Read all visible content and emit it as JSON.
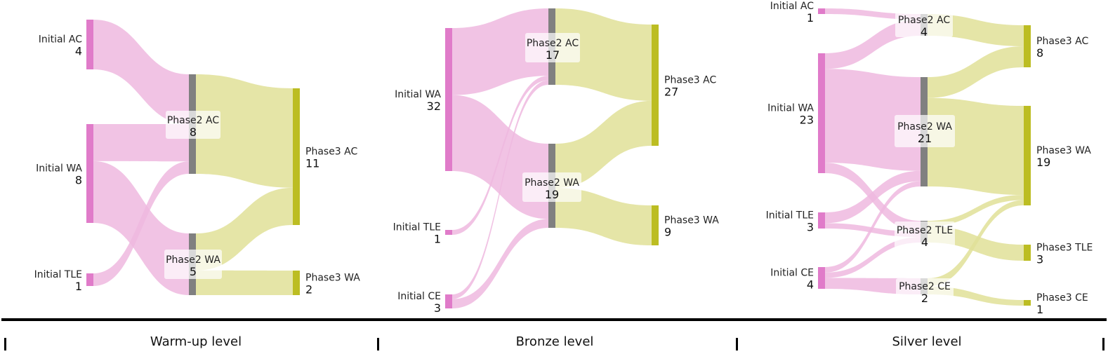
{
  "colors": {
    "initial_node": "#e07bc9",
    "phase2_node": "#808080",
    "phase3_node": "#bcbd22",
    "initial_flow": "#eeb8df",
    "phase2_flow": "#e0e098",
    "label_box": "#ffffff",
    "axis": "#000000"
  },
  "panels": [
    {
      "id": "warmup",
      "title": "Warm-up level",
      "nodes": [
        {
          "id": "i_ac",
          "stage": "initial",
          "label": "Initial AC",
          "value": "4"
        },
        {
          "id": "i_wa",
          "stage": "initial",
          "label": "Initial WA",
          "value": "8"
        },
        {
          "id": "i_tle",
          "stage": "initial",
          "label": "Initial TLE",
          "value": "1"
        },
        {
          "id": "p2_ac",
          "stage": "phase2",
          "label": "Phase2 AC",
          "value": "8"
        },
        {
          "id": "p2_wa",
          "stage": "phase2",
          "label": "Phase2 WA",
          "value": "5"
        },
        {
          "id": "p3_ac",
          "stage": "phase3",
          "label": "Phase3 AC",
          "value": "11"
        },
        {
          "id": "p3_wa",
          "stage": "phase3",
          "label": "Phase3 WA",
          "value": "2"
        }
      ],
      "links": [
        {
          "source": "i_ac",
          "target": "p2_ac",
          "value": 4
        },
        {
          "source": "i_wa",
          "target": "p2_ac",
          "value": 3
        },
        {
          "source": "i_wa",
          "target": "p2_wa",
          "value": 5
        },
        {
          "source": "i_tle",
          "target": "p2_ac",
          "value": 1
        },
        {
          "source": "p2_ac",
          "target": "p3_ac",
          "value": 8
        },
        {
          "source": "p2_wa",
          "target": "p3_ac",
          "value": 3
        },
        {
          "source": "p2_wa",
          "target": "p3_wa",
          "value": 2
        }
      ]
    },
    {
      "id": "bronze",
      "title": "Bronze level",
      "nodes": [
        {
          "id": "i_wa",
          "stage": "initial",
          "label": "Initial WA",
          "value": "32"
        },
        {
          "id": "i_tle",
          "stage": "initial",
          "label": "Initial TLE",
          "value": "1"
        },
        {
          "id": "i_ce",
          "stage": "initial",
          "label": "Initial CE",
          "value": "3"
        },
        {
          "id": "p2_ac",
          "stage": "phase2",
          "label": "Phase2 AC",
          "value": "17"
        },
        {
          "id": "p2_wa",
          "stage": "phase2",
          "label": "Phase2 WA",
          "value": "19"
        },
        {
          "id": "p3_ac",
          "stage": "phase3",
          "label": "Phase3 AC",
          "value": "27"
        },
        {
          "id": "p3_wa",
          "stage": "phase3",
          "label": "Phase3 WA",
          "value": "9"
        }
      ],
      "links": [
        {
          "source": "i_wa",
          "target": "p2_ac",
          "value": 15
        },
        {
          "source": "i_wa",
          "target": "p2_wa",
          "value": 17
        },
        {
          "source": "i_tle",
          "target": "p2_ac",
          "value": 1
        },
        {
          "source": "i_ce",
          "target": "p2_ac",
          "value": 1
        },
        {
          "source": "i_ce",
          "target": "p2_wa",
          "value": 2
        },
        {
          "source": "p2_ac",
          "target": "p3_ac",
          "value": 17
        },
        {
          "source": "p2_wa",
          "target": "p3_ac",
          "value": 10
        },
        {
          "source": "p2_wa",
          "target": "p3_wa",
          "value": 9
        }
      ]
    },
    {
      "id": "silver",
      "title": "Silver level",
      "nodes": [
        {
          "id": "i_ac",
          "stage": "initial",
          "label": "Initial AC",
          "value": "1"
        },
        {
          "id": "i_wa",
          "stage": "initial",
          "label": "Initial WA",
          "value": "23"
        },
        {
          "id": "i_tle",
          "stage": "initial",
          "label": "Initial TLE",
          "value": "3"
        },
        {
          "id": "i_ce",
          "stage": "initial",
          "label": "Initial CE",
          "value": "4"
        },
        {
          "id": "p2_ac",
          "stage": "phase2",
          "label": "Phase2 AC",
          "value": "4"
        },
        {
          "id": "p2_wa",
          "stage": "phase2",
          "label": "Phase2 WA",
          "value": "21"
        },
        {
          "id": "p2_tle",
          "stage": "phase2",
          "label": "Phase2 TLE",
          "value": "4"
        },
        {
          "id": "p2_ce",
          "stage": "phase2",
          "label": "Phase2 CE",
          "value": "2"
        },
        {
          "id": "p3_ac",
          "stage": "phase3",
          "label": "Phase3 AC",
          "value": "8"
        },
        {
          "id": "p3_wa",
          "stage": "phase3",
          "label": "Phase3 WA",
          "value": "19"
        },
        {
          "id": "p3_tle",
          "stage": "phase3",
          "label": "Phase3 TLE",
          "value": "3"
        },
        {
          "id": "p3_ce",
          "stage": "phase3",
          "label": "Phase3 CE",
          "value": "1"
        }
      ],
      "links": [
        {
          "source": "i_ac",
          "target": "p2_ac",
          "value": 1
        },
        {
          "source": "i_wa",
          "target": "p2_ac",
          "value": 3
        },
        {
          "source": "i_wa",
          "target": "p2_wa",
          "value": 18
        },
        {
          "source": "i_wa",
          "target": "p2_tle",
          "value": 2
        },
        {
          "source": "i_tle",
          "target": "p2_wa",
          "value": 2
        },
        {
          "source": "i_tle",
          "target": "p2_tle",
          "value": 1
        },
        {
          "source": "i_ce",
          "target": "p2_wa",
          "value": 1
        },
        {
          "source": "i_ce",
          "target": "p2_tle",
          "value": 1
        },
        {
          "source": "i_ce",
          "target": "p2_ce",
          "value": 2
        },
        {
          "source": "p2_ac",
          "target": "p3_ac",
          "value": 4
        },
        {
          "source": "p2_wa",
          "target": "p3_ac",
          "value": 4
        },
        {
          "source": "p2_wa",
          "target": "p3_wa",
          "value": 17
        },
        {
          "source": "p2_tle",
          "target": "p3_wa",
          "value": 1
        },
        {
          "source": "p2_tle",
          "target": "p3_tle",
          "value": 3
        },
        {
          "source": "p2_ce",
          "target": "p3_wa",
          "value": 1
        },
        {
          "source": "p2_ce",
          "target": "p3_ce",
          "value": 1
        }
      ]
    }
  ]
}
